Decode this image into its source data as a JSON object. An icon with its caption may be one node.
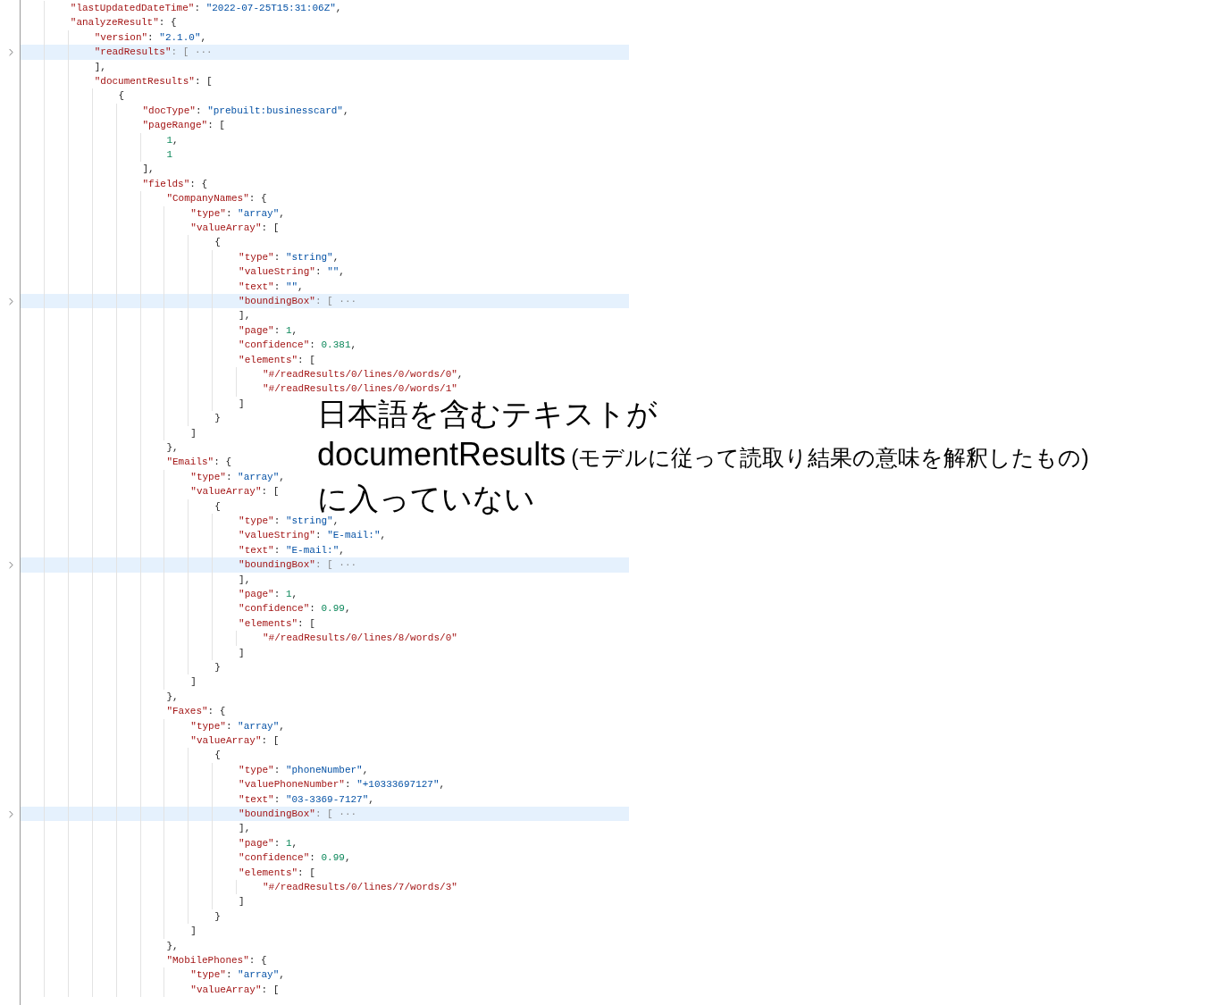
{
  "diagram": {
    "labels": [
      "\"lastUpdatedDateTime\": \"2022-07-25T15:31:06Z\",",
      "\"analyzeResult\": {",
      "\"version\": \"2.1.0\",",
      "\"readResults\": [ ···",
      "],",
      "\"documentResults\": [",
      "{",
      "\"docType\": \"prebuilt:businesscard\",",
      "\"pageRange\": [",
      "1,",
      "1",
      "],",
      "\"fields\": {",
      "\"CompanyNames\": {",
      "\"type\": \"array\",",
      "\"valueArray\": [",
      "{",
      "\"type\": \"string\",",
      "\"valueString\": \"\",",
      "\"text\": \"\",",
      "\"boundingBox\": [ ···",
      "],",
      "\"page\": 1,",
      "\"confidence\": 0.381,",
      "\"elements\": [",
      "\"#/readResults/0/lines/0/words/0\",",
      "\"#/readResults/0/lines/0/words/1\"",
      "]",
      "}",
      "]",
      "},",
      "\"Emails\": {",
      "\"type\": \"array\",",
      "\"valueArray\": [",
      "{",
      "\"type\": \"string\",",
      "\"valueString\": \"E-mail:\",",
      "\"text\": \"E-mail:\",",
      "\"boundingBox\": [ ···",
      "],",
      "\"page\": 1,",
      "\"confidence\": 0.99,",
      "\"elements\": [",
      "\"#/readResults/0/lines/8/words/0\"",
      "]",
      "}",
      "]",
      "},",
      "\"Faxes\": {",
      "\"type\": \"array\",",
      "\"valueArray\": [",
      "{",
      "\"type\": \"phoneNumber\",",
      "\"valuePhoneNumber\": \"+10333697127\",",
      "\"text\": \"03-3369-7127\",",
      "\"boundingBox\": [ ···",
      "],",
      "\"page\": 1,",
      "\"confidence\": 0.99,",
      "\"elements\": [",
      "\"#/readResults/0/lines/7/words/3\"",
      "]",
      "}",
      "]",
      "},",
      "\"MobilePhones\": {",
      "\"type\": \"array\",",
      "\"valueArray\": [",
      "日本語を含むテキストが",
      "documentResults",
      "(モデルに従って読取り結果の意味を解釈したもの)",
      "に入っていない"
    ]
  }
}
